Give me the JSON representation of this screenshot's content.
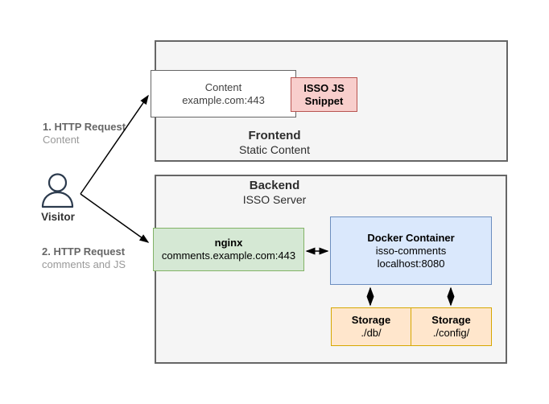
{
  "diagram": {
    "visitor": {
      "label": "Visitor"
    },
    "flows": {
      "request1": {
        "title": "1. HTTP Request",
        "subtitle": "Content"
      },
      "request2": {
        "title": "2. HTTP Request",
        "subtitle": "comments and JS"
      }
    },
    "frontend": {
      "title": "Frontend",
      "subtitle": "Static Content",
      "content_box": {
        "line1": "Content",
        "line2": "example.com:443"
      },
      "isso_snippet": {
        "line1": "ISSO JS",
        "line2": "Snippet"
      }
    },
    "backend": {
      "title": "Backend",
      "subtitle": "ISSO Server",
      "nginx": {
        "line1": "nginx",
        "line2": "comments.example.com:443"
      },
      "docker": {
        "line1": "Docker Container",
        "line2": "isso-comments",
        "line3": "localhost:8080"
      },
      "storage_db": {
        "line1": "Storage",
        "line2": "./db/"
      },
      "storage_config": {
        "line1": "Storage",
        "line2": "./config/"
      }
    },
    "colors": {
      "container_fill": "#f5f5f5",
      "container_border": "#666666",
      "content_fill": "#ffffff",
      "content_border": "#666666",
      "snippet_fill": "#f8cecc",
      "snippet_border": "#b85450",
      "nginx_fill": "#d5e8d4",
      "nginx_border": "#82b366",
      "docker_fill": "#dae8fc",
      "docker_border": "#6c8ebf",
      "storage_fill": "#ffe6cc",
      "storage_border": "#d6a700",
      "arrow": "#000000",
      "label_strong": "#666666",
      "label_muted": "#999999",
      "visitor_icon": "#2b3a4d"
    }
  }
}
